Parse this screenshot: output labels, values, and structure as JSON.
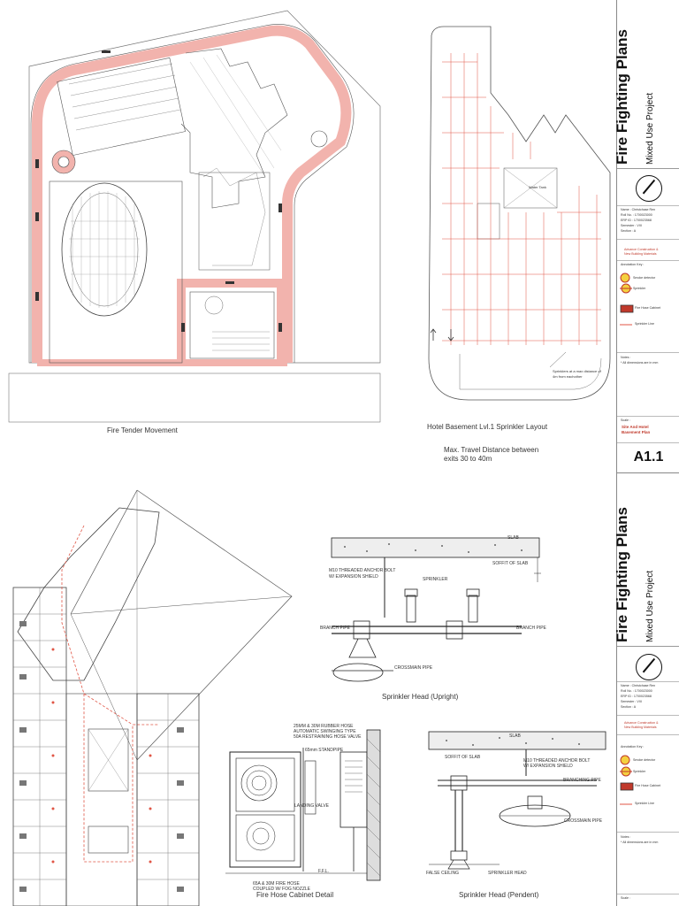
{
  "drawings": {
    "site_plan": {
      "caption": "Fire Tender Movement"
    },
    "basement": {
      "caption": "Hotel Basement Lvl.1 Sprinkler Layout",
      "note_line1": "Max. Travel Distance between",
      "note_line2": "exits 30 to 40m",
      "callout_line1": "Sprinklers at a max distance of",
      "callout_line2": "4m from eachother",
      "room_label": "Water Tank"
    },
    "upright": {
      "caption": "Sprinkler Head (Upright)",
      "slab": "SLAB",
      "soffit": "SOFFIT OF SLAB",
      "bolt_line1": "M10 THREADED ANCHOR BOLT",
      "bolt_line2": "W/ EXPANSION SHIELD",
      "sprinkler": "SPRINKLER",
      "branch_left": "BRANCH PIPE",
      "branch_right": "BRANCH PIPE",
      "crossmain": "CROSSMAIN PIPE"
    },
    "cabinet": {
      "caption": "Fire Hose Cabinet Detail",
      "label_top1": "25MM & 30M RUBBER HOSE",
      "label_top2": "AUTOMATIC SWINGING TYPE",
      "label_top3": "50A RESTRAINING HOSE VALVE",
      "label_pipe": "65mm STANDPIPE",
      "label_landing": "LANDING VALVE",
      "label_bottom1": "65A & 30M FIRE HOSE",
      "label_bottom2": "COUPLED W/ FOG NOZZLE",
      "ffl": "F.F.L."
    },
    "pendent": {
      "caption": "Sprinkler Head (Pendent)",
      "slab": "SLAB",
      "soffit": "SOFFIT OF SLAB",
      "bolt_line1": "M10 THREADED ANCHOR BOLT",
      "bolt_line2": "W/ EXPANSION SHIELD",
      "branch": "BRANCHING PIPE",
      "crossmain": "CROSSMAIN PIPE",
      "sprinkler": "SPRINKLER HEAD",
      "false_ceiling": "FALSE CEILING"
    }
  },
  "title_block": {
    "title": "Fire Fighting Plans",
    "subtitle": "Mixed Use Project",
    "info_lines": [
      "Name : Christchase Ren",
      "Roll No. : 1700023000",
      "ERP ID : 1700023568",
      "Semester : VIII",
      "Section : A"
    ],
    "course_line1": "Advance Construction &",
    "course_line2": "New Building Materials",
    "annotation_key": "Annotation Key :",
    "legend": [
      {
        "icon": "smoke-detector",
        "label": "Smoke detector"
      },
      {
        "icon": "sprinkler",
        "label": "Sprinkler"
      },
      {
        "icon": "fire-hose-cabinet",
        "label": "Fire Hose Cabinet"
      },
      {
        "icon": "sprinkler-line",
        "label": "Sprinkler Line"
      }
    ],
    "notes_label": "Notes :",
    "note": "* All dimensions are in mm",
    "scale_label": "Scale :",
    "sheet_name_line1": "Site And Hotel",
    "sheet_name_line2": "Basement Plan",
    "sheet_number": "A1.1"
  },
  "colors": {
    "fire_lane": "#f2b3ad",
    "sprinkler_line": "#e05545",
    "accent_red": "#c0392b"
  }
}
